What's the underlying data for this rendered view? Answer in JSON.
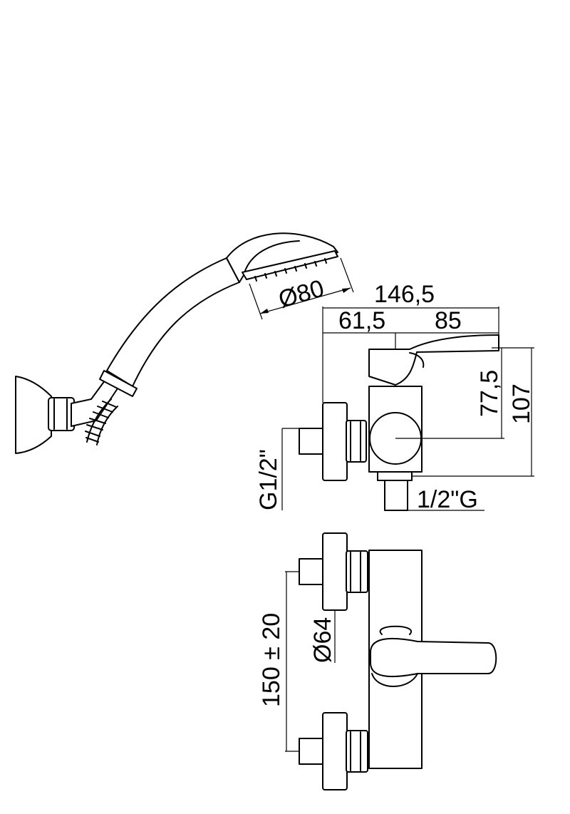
{
  "dimensions": {
    "head_diameter": "Ø80",
    "total_length": "146,5",
    "length_a": "61,5",
    "length_b": "85",
    "height_a": "77,5",
    "height_total": "107",
    "inlet_thread": "G1/2\"",
    "outlet_thread": "1/2\"G",
    "rosette_diameter": "Ø64",
    "center_distance": "150 ± 20"
  },
  "colors": {
    "line": "#000000",
    "background": "#ffffff"
  }
}
